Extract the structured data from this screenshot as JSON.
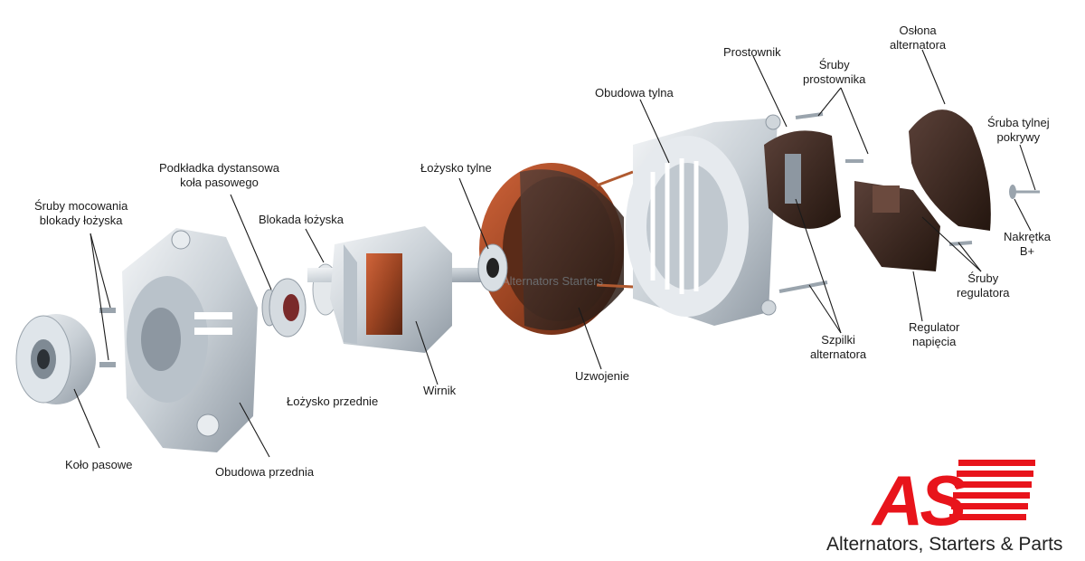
{
  "labels": {
    "kolo_pasowe": "Koło pasowe",
    "sruby_mocowania": [
      "Śruby mocowania",
      "blokady łożyska"
    ],
    "obudowa_przednia": "Obudowa przednia",
    "podkladka": [
      "Podkładka dystansowa",
      "koła pasowego"
    ],
    "blokada": "Blokada łożyska",
    "lozysko_przednie": "Łożysko przednie",
    "wirnik": "Wirnik",
    "lozysko_tylne": "Łożysko tylne",
    "uzwojenie": "Uzwojenie",
    "obudowa_tylna": "Obudowa tylna",
    "prostownik": "Prostownik",
    "sruby_prostownika": [
      "Śruby",
      "prostownika"
    ],
    "oslona": [
      "Osłona",
      "alternatora"
    ],
    "sruba_tylnej": [
      "Śruba tylnej",
      "pokrywy"
    ],
    "nakretka": [
      "Nakrętka",
      "B+"
    ],
    "sruby_regulatora": [
      "Śruby",
      "regulatora"
    ],
    "regulator": [
      "Regulator",
      "napięcia"
    ],
    "szpilki": [
      "Szpilki",
      "alternatora"
    ]
  },
  "watermark": "Alternators Starters",
  "logo": {
    "text": "AS",
    "tagline": "Alternators, Starters & Parts",
    "color": "#e8141b"
  },
  "colors": {
    "leader": "#1a1a1a",
    "winding": "#8a3a1c",
    "metal": "#cfd6dc",
    "dark": "#3a2a24"
  }
}
